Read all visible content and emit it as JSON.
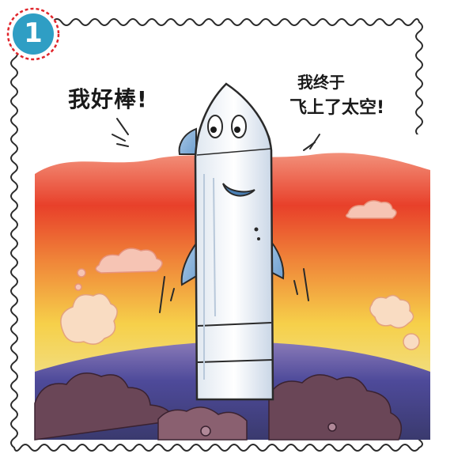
{
  "panel": {
    "number": "1",
    "colors": {
      "badge": "#2f9ec4",
      "badge_ring": "#e0252b",
      "border": "#2a2a2a"
    }
  },
  "speech": {
    "left": "我好棒!",
    "right_line1": "我终于",
    "right_line2": "飞上了太空!"
  },
  "scene": {
    "description_icons": [
      "rocket-character",
      "planet-horizon",
      "smoke-clouds",
      "sunset-sky"
    ],
    "colors": {
      "sky_red": "#e8402a",
      "sky_orange": "#f08a3a",
      "sky_yellow": "#f6d04a",
      "planet": "#5a5aa8",
      "smoke": "#5b3a4a",
      "rocket": "#eef3f8"
    }
  }
}
